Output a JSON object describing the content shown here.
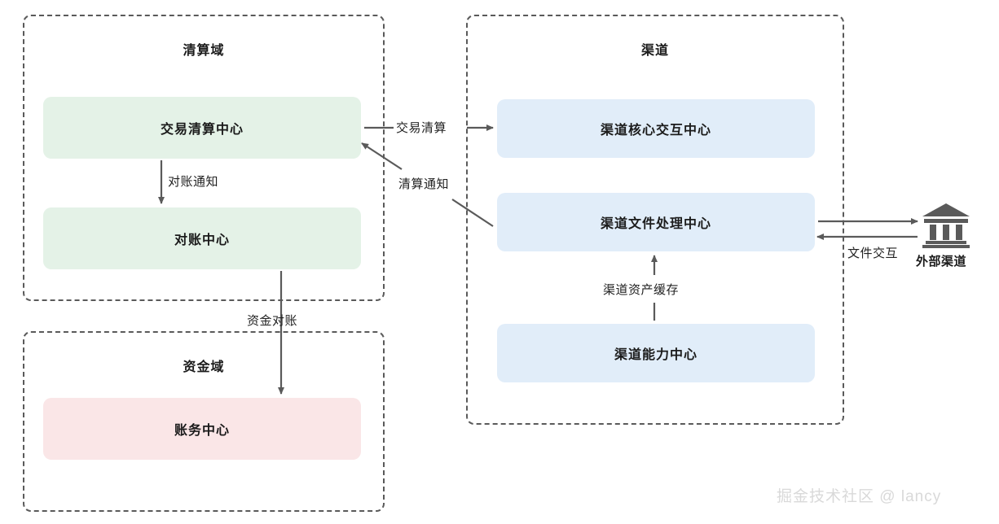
{
  "diagram": {
    "title_clearing_domain": "清算域",
    "title_funds_domain": "资金域",
    "title_channel_domain": "渠道"
  },
  "nodes": {
    "trade_clearing_center": "交易清算中心",
    "reconciliation_center": "对账中心",
    "accounting_center": "账务中心",
    "channel_core_interaction_center": "渠道核心交互中心",
    "channel_file_processing_center": "渠道文件处理中心",
    "channel_capability_center": "渠道能力中心"
  },
  "edges": {
    "reconciliation_notice": "对账通知",
    "funds_reconciliation": "资金对账",
    "trade_clearing": "交易清算",
    "clearing_notice": "清算通知",
    "channel_asset_cache": "渠道资产缓存",
    "file_interaction": "文件交互"
  },
  "external": {
    "label": "外部渠道",
    "icon": "bank-icon"
  },
  "watermark": {
    "text": "掘金技术社区 @ lancy"
  },
  "colors": {
    "green_node": "#e4f2e7",
    "blue_node": "#e1edf9",
    "pink_node": "#fae6e7",
    "border_dash": "#5a5a5a",
    "arrow": "#5a5a5a",
    "text": "#1b1b1b",
    "watermark": "#d9d9d9"
  }
}
